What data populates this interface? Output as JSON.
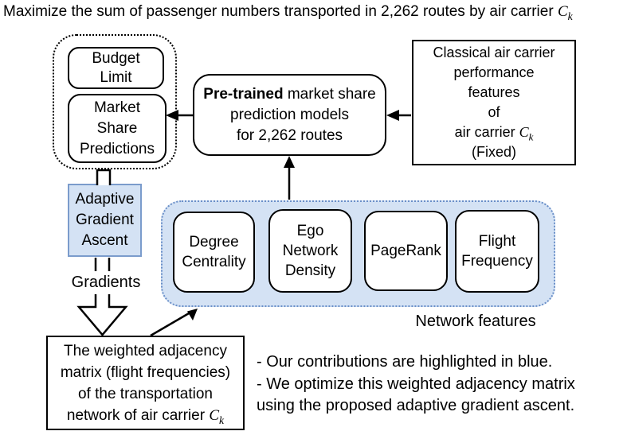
{
  "colors": {
    "blue_fill": "#d4e2f4",
    "blue_border": "#7b9ccc",
    "blue_dotted": "#6a8fc8",
    "ink": "#000000"
  },
  "title": {
    "text": "Maximize the sum of passenger numbers transported in 2,262 routes by air carrier ",
    "math_var": "C",
    "math_sub": "k"
  },
  "objective_group": {
    "budget_limit": "Budget\nLimit",
    "market_share": "Market\nShare\nPredictions"
  },
  "pretrained": {
    "bold": "Pre-trained",
    "after_bold": " market share",
    "rest": "prediction models\nfor 2,262 routes"
  },
  "classical": {
    "top": "Classical air carrier\nperformance\nfeatures\nof",
    "carrier_prefix": "air carrier ",
    "math_var": "C",
    "math_sub": "k",
    "fixed": "(Fixed)"
  },
  "adaptive": {
    "label": "Adaptive\nGradient\nAscent"
  },
  "gradients_label": "Gradients",
  "network": {
    "features": [
      {
        "label": "Degree\nCentrality"
      },
      {
        "label": "Ego\nNetwork\nDensity"
      },
      {
        "label": "PageRank"
      },
      {
        "label": "Flight\nFrequency"
      }
    ],
    "caption": "Network features"
  },
  "weighted": {
    "top": "The weighted adjacency\nmatrix (flight frequencies)\nof the transportation",
    "last_prefix": "network of air carrier ",
    "math_var": "C",
    "math_sub": "k"
  },
  "notes": "- Our contributions are highlighted in blue.\n- We optimize this weighted adjacency matrix\nusing the proposed adaptive gradient ascent."
}
